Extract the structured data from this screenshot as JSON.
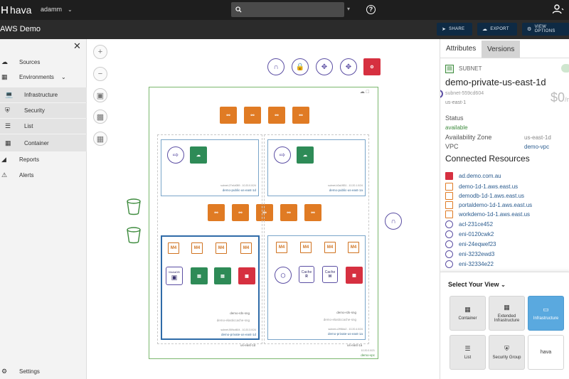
{
  "topbar": {
    "logo_text": "hava",
    "username": "adamm",
    "search_placeholder": "",
    "help_glyph": "?"
  },
  "header": {
    "title": "AWS Demo",
    "share_label": "SHARE",
    "export_label": "EXPORT",
    "view_options_label": "VIEW OPTIONS"
  },
  "sidebar": {
    "sources": "Sources",
    "environments": "Environments",
    "infrastructure": "Infrastructure",
    "security": "Security",
    "list": "List",
    "container": "Container",
    "reports": "Reports",
    "alerts": "Alerts",
    "settings": "Settings"
  },
  "zoom_controls": {
    "zoom_in": "+",
    "zoom_out": "−"
  },
  "diagram": {
    "vpc_id": "10.20.0.0/21",
    "vpc_name": "demo-vpc",
    "az_1d": "us-east-1d",
    "az_1a": "us-east-1a",
    "subnet_pub_1d_id": "subnet-27e4d089 - 10.20.0.0/24",
    "subnet_pub_1d_name": "demo-public-us-east-1d",
    "subnet_pub_1a_id": "subnet-b3a1f831 - 10.20.1.0/24",
    "subnet_pub_1a_name": "demo-public-us-east-1a",
    "subnet_priv_1d_id": "subnet-559cd604 - 10.20.3.0/24",
    "subnet_priv_1d_name": "demo-private-us-east-1d",
    "subnet_priv_1a_id": "subnet-c2f98dc2 - 10.20.4.0/24",
    "subnet_priv_1a_name": "demo-private-us-east-1a",
    "rds_sng": "demo-rds-sng",
    "cache_sng": "demo-elasticcache-sng",
    "ec2_label": "M4",
    "mariadb_label": "MariaDB",
    "cache_label": "Cache",
    "cache_r": "R",
    "cache_m": "M"
  },
  "panel": {
    "tab_attributes": "Attributes",
    "tab_versions": "Versions",
    "type_label": "SUBNET",
    "title": "demo-private-us-east-1d",
    "subnet_id": "subnet-559cd604",
    "region": "us-east-1",
    "cost": "$0",
    "cost_suffix": "/m",
    "status_label": "Status",
    "status_value": "available",
    "az_label": "Availability Zone",
    "az_value": "us-east-1d",
    "vpc_label": "VPC",
    "vpc_value": "demo-vpc",
    "connected_title": "Connected Resources",
    "connected": [
      "ad.demo.com.au",
      "demo-1d-1.aws.east.us",
      "demodb-1d-1.aws.east.us",
      "portaldemo-1d-1.aws.east.us",
      "workdemo-1d-1.aws.east.us",
      "acl-231ce452",
      "eni-0120cwk2",
      "eni-24eqwef23",
      "eni-3232ewd3",
      "eni-32334e22"
    ]
  },
  "view_select": {
    "title": "Select Your View",
    "container": "Container",
    "extended": "Extended Infrastructure",
    "infrastructure": "Infrastructure",
    "list": "List",
    "security_group": "Security Group",
    "brand": "hava"
  },
  "colors": {
    "accent": "#5aa9df",
    "aws_orange": "#e07b24",
    "aws_green": "#2e8b57",
    "aws_purple": "#5b4ea3",
    "vpc_green": "#7bb76e"
  }
}
